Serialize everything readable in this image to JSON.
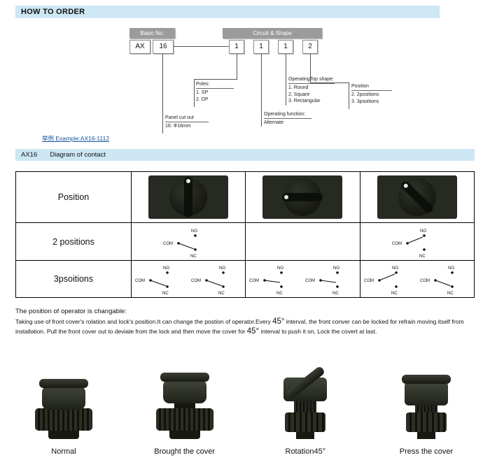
{
  "header": {
    "title": "HOW TO ORDER"
  },
  "order": {
    "basic_label": "Basic No.",
    "basic_cells": [
      "AX",
      "16"
    ],
    "circuit_label": "Circuit & Shape",
    "circuit_cells": [
      "1",
      "1",
      "1",
      "2"
    ],
    "annotations": {
      "poles": {
        "title": "Poles:",
        "lines": [
          "1. SP",
          "2. DP"
        ]
      },
      "top_shape": {
        "title": "OperatingTop shape:",
        "lines": [
          "1. Round",
          "2. Square",
          "3. Rectangular"
        ]
      },
      "position": {
        "title": "Position",
        "lines": [
          "2. 2positions",
          "3. 3psoitions"
        ]
      },
      "panel_cut": {
        "title": "Panel cut out",
        "lines": [
          "16: Φ16mm"
        ]
      },
      "operating_function": {
        "title": "Operating function:",
        "lines": [
          "Alternate"
        ]
      }
    },
    "example": "举例 Example:AX16-1112"
  },
  "contact": {
    "code": "AX16",
    "title": "Diagram of contact",
    "row_labels": [
      "Position",
      "2 positions",
      "3psoitions"
    ],
    "labels": {
      "com": "COM",
      "no": "NO",
      "nc": "NC"
    },
    "knob_angles": [
      0,
      -90,
      -45
    ],
    "two_positions": [
      [
        "nc"
      ],
      [],
      [
        "no"
      ]
    ],
    "three_positions": [
      [
        "nc",
        "nc"
      ],
      [
        "mid",
        "mid"
      ],
      [
        "no",
        "nc"
      ]
    ]
  },
  "description": {
    "title": "The position of operator is changable:",
    "body_parts": [
      "Taking use of front cover's rolation and lock's position.It can change the postion of operator.Every ",
      "45°",
      " interval, the front conver can be locked for refrain moving itself from installation. Pull the front cover out to deviate from the lock and then move the cover for ",
      "45°",
      " interval to push it on, Lock the covert at last."
    ]
  },
  "gallery": {
    "items": [
      {
        "caption": "Normal",
        "variant": "normal"
      },
      {
        "caption": "Brought the cover",
        "variant": "brought"
      },
      {
        "caption": "Rotation45°",
        "variant": "rotation"
      },
      {
        "caption": "Press the cover",
        "variant": "press"
      }
    ]
  }
}
